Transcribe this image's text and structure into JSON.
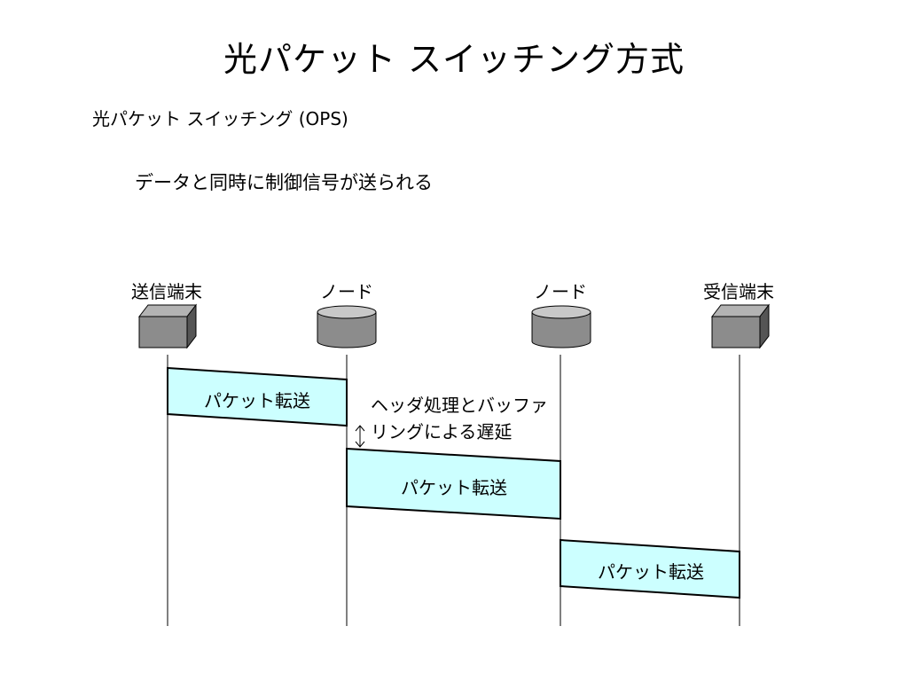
{
  "slide": {
    "title": "光パケット スイッチング方式",
    "subtitle": "光パケット スイッチング (OPS)",
    "note": "データと同時に制御信号が送られる"
  },
  "entities": [
    {
      "id": "sender",
      "label": "送信端末",
      "shape": "box"
    },
    {
      "id": "node1",
      "label": "ノード",
      "shape": "cylinder"
    },
    {
      "id": "node2",
      "label": "ノード",
      "shape": "cylinder"
    },
    {
      "id": "receiver",
      "label": "受信端末",
      "shape": "box"
    }
  ],
  "packets": [
    {
      "label": "パケット転送",
      "from": "sender",
      "to": "node1"
    },
    {
      "label": "パケット転送",
      "from": "node1",
      "to": "node2"
    },
    {
      "label": "パケット転送",
      "from": "node2",
      "to": "receiver"
    }
  ],
  "delay_note": {
    "line1": "ヘッダ処理とバッファ",
    "line2": "リングによる遅延"
  },
  "colors": {
    "packet_fill": "#ccffff",
    "device_gray": "#8c8c8c",
    "device_dark": "#555555"
  }
}
